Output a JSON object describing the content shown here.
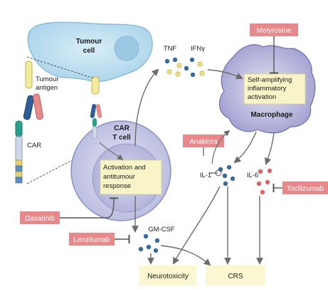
{
  "tumour": {
    "label_line1": "Tumour",
    "label_line2": "cell"
  },
  "antigen": {
    "label_line1": "Tumour",
    "label_line2": "antigen"
  },
  "car": {
    "label": "CAR"
  },
  "tcell": {
    "label_line1": "CAR",
    "label_line2": "T cell",
    "activation_line1": "Activation and",
    "activation_line2": "antitumour",
    "activation_line3": "response"
  },
  "cytokines": {
    "tnf": "TNF",
    "ifng": "IFNγ",
    "gmcsf": "GM-CSF",
    "il1": "IL-1",
    "il6": "IL-6"
  },
  "macrophage": {
    "label": "Macrophage",
    "box_line1": "Self-amplifying",
    "box_line2": "inflammatory",
    "box_line3": "activation"
  },
  "drugs": {
    "metyrosine": "Metyrosine",
    "anakinra": "Anakinra",
    "tocilizumab": "Tocilizumab",
    "dasatinib": "Dasatinib",
    "lenzilumab": "Lenzilumab"
  },
  "outcomes": {
    "neurotoxicity": "Neurotoxicity",
    "crs": "CRS"
  },
  "colors": {
    "drug_box": "#e8888b",
    "outcome_box": "#fbf7d0",
    "activation_box": "#f8f4c8",
    "tumour_fill": "#b8dcef",
    "tcell_fill": "#c6c8e6",
    "macrophage_fill": "#b7b6de",
    "dot_blue": "#356c9b",
    "dot_yellow": "#f1df75",
    "dot_red": "#d96468"
  }
}
